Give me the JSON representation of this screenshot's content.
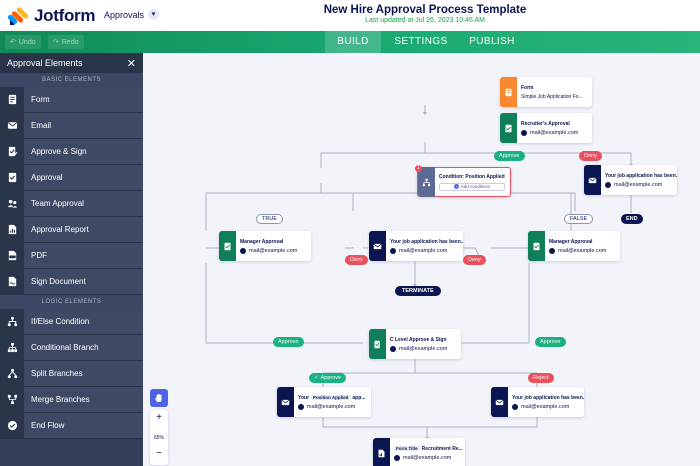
{
  "header": {
    "brand": "Jotform",
    "app_switcher": "Approvals",
    "title": "New Hire Approval Process Template",
    "subtitle": "Last updated at Jul 26, 2023 10:46 AM"
  },
  "navbar": {
    "undo": "Undo",
    "redo": "Redo",
    "tabs": [
      {
        "label": "BUILD",
        "active": true
      },
      {
        "label": "SETTINGS",
        "active": false
      },
      {
        "label": "PUBLISH",
        "active": false
      }
    ]
  },
  "sidebar": {
    "title": "Approval Elements",
    "basic_heading": "BASIC ELEMENTS",
    "logic_heading": "LOGIC ELEMENTS",
    "basic_items": [
      {
        "label": "Form",
        "icon": "form-icon"
      },
      {
        "label": "Email",
        "icon": "email-icon"
      },
      {
        "label": "Approve & Sign",
        "icon": "approve-sign-icon"
      },
      {
        "label": "Approval",
        "icon": "approval-icon"
      },
      {
        "label": "Team Approval",
        "icon": "team-approval-icon"
      },
      {
        "label": "Approval Report",
        "icon": "approval-report-icon"
      },
      {
        "label": "PDF",
        "icon": "pdf-icon"
      },
      {
        "label": "Sign Document",
        "icon": "sign-document-icon"
      }
    ],
    "logic_items": [
      {
        "label": "If/Else Condition",
        "icon": "if-else-icon"
      },
      {
        "label": "Conditional Branch",
        "icon": "conditional-branch-icon"
      },
      {
        "label": "Split Branches",
        "icon": "split-branches-icon"
      },
      {
        "label": "Merge Branches",
        "icon": "merge-branches-icon"
      },
      {
        "label": "End Flow",
        "icon": "end-flow-icon"
      }
    ]
  },
  "flow": {
    "form_node": {
      "title": "Form",
      "sub": "Simple Job Application Fo..."
    },
    "recruiter_node": {
      "title": "Recruiter's Approval",
      "email": "mail@example.com"
    },
    "approve_label": "Approve",
    "deny_label": "Deny",
    "reject_label": "Reject",
    "true_label": "TRUE",
    "false_label": "FALSE",
    "end_label": "END",
    "terminate_label": "TERMINATE",
    "condition_node": {
      "title": "Condition: Position Applied",
      "add": "Add conditions",
      "badge": "1"
    },
    "email_right_node": {
      "title": "Your job application has been...",
      "email": "mail@example.com"
    },
    "manager_left_node": {
      "title": "Manager Approval",
      "email": "mail@example.com"
    },
    "email_mid_node": {
      "title": "Your job application has been...",
      "email": "mail@example.com"
    },
    "manager_right_node": {
      "title": "Manager Approval",
      "email": "mail@example.com"
    },
    "clevel_node": {
      "title": "C Level Approve & Sign",
      "email": "mail@example.com"
    },
    "email_approve_node": {
      "title_prefix": "Your",
      "chip": "Position Applied",
      "title_suffix": "app...",
      "email": "mail@example.com"
    },
    "email_reject_node": {
      "title": "Your job application has been...",
      "email": "mail@example.com"
    },
    "bottom_node": {
      "chip": "Form Title",
      "title_suffix": "Recruitment Re...",
      "email": "mail@example.com"
    }
  },
  "zoom": {
    "plus": "+",
    "minus": "−",
    "level": "65%"
  },
  "colors": {
    "green": "#18b17f",
    "red": "#e9515f",
    "navy": "#0a1551",
    "form_orange": "#f7882f",
    "approval_green": "#0f7f5a",
    "email_navy": "#0a1551"
  }
}
